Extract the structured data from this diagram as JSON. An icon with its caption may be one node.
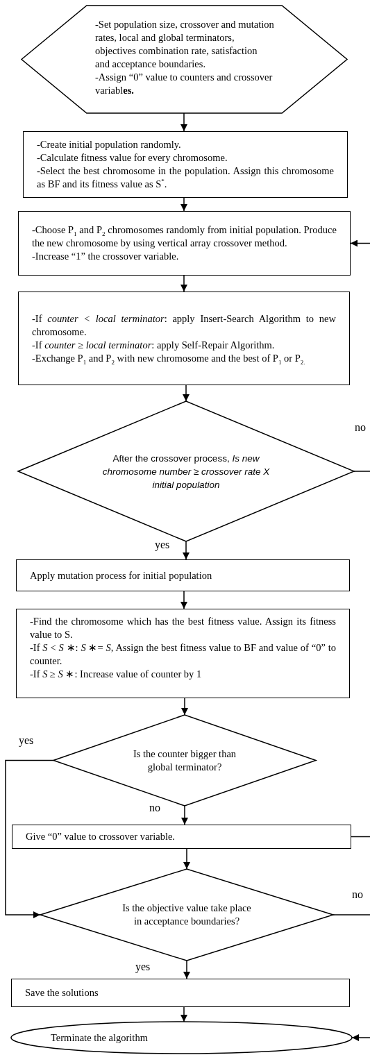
{
  "diagram": {
    "nodes": [
      {
        "text": [
          "-Set population size, crossover and mutation rates, local and global terminators, objectives combination rate, satisfaction and acceptance boundaries.",
          "-Assign “0” value to counters and crossover variabl**es.**"
        ]
      },
      {
        "text": [
          "-Create initial population randomly.",
          "-Calculate fitness value for every chromosome.",
          "-Select the best chromosome in the population. Assign this chromosome as BF and its fitness value as S$^{*}$."
        ]
      },
      {
        "text": [
          "-Choose P$_{1}$ and P$_{2}$ chromosomes randomly from initial population. Produce the new chromosome by using vertical array crossover method.",
          "-Increase “1” the crossover variable."
        ]
      },
      {
        "text": [
          "-If *counter < local terminator*: apply Insert-Search Algorithm to new chromosome.",
          "-If *counter ≥ local terminator*: apply Self-Repair Algorithm.",
          "-Exchange P$_{1}$ and P$_{2}$ with new chromosome and the best of P$_{1}$ or P$_{2.}$"
        ]
      },
      {
        "text": [
          "After the crossover process, *Is new chromosome number ≥ crossover rate X initial population*"
        ]
      },
      {
        "text": [
          "Apply mutation process for initial population"
        ]
      },
      {
        "text": [
          "-Find the chromosome which has the best fitness value. Assign its fitness value to S.",
          "-If *S* < *S* ∗: *S* ∗= *S*, Assign the best fitness value to BF and value of “0” to counter.",
          "-If *S* ≥ *S* ∗: Increase value of counter by 1"
        ]
      },
      {
        "text": [
          "Is the counter bigger than global terminator?"
        ]
      },
      {
        "text": [
          "Give “0” value to crossover variable."
        ]
      },
      {
        "text": [
          "Is the objective value take place in acceptance boundaries?"
        ]
      },
      {
        "text": [
          "Save the solutions"
        ]
      },
      {
        "text": [
          "Terminate the algorithm"
        ]
      }
    ],
    "edges": [
      {
        "from": 0,
        "to": 1,
        "arrow": "to"
      },
      {
        "from": 1,
        "to": 2,
        "arrow": "to"
      },
      {
        "from": 2,
        "to": 3,
        "arrow": "to"
      },
      {
        "from": 3,
        "to": 4,
        "arrow": "to"
      },
      {
        "from": 4,
        "to": 5,
        "arrow": "to",
        "label": "yes"
      },
      {
        "from": 5,
        "to": 6,
        "arrow": "to"
      },
      {
        "from": 6,
        "to": 7,
        "arrow": "to"
      },
      {
        "from": 7,
        "to": 8,
        "arrow": "to",
        "label": "no"
      },
      {
        "from": 8,
        "to": 9,
        "arrow": "to"
      },
      {
        "from": 7,
        "to": 9,
        "arrow": "to",
        "label": "yes"
      },
      {
        "from": 9,
        "to": 10,
        "arrow": "to",
        "label": "yes"
      },
      {
        "from": 10,
        "to": 11,
        "arrow": "to"
      },
      {
        "from": 4,
        "to": null,
        "arrow": "none",
        "label": "no"
      },
      {
        "from": null,
        "to": 2,
        "arrow": "to"
      },
      {
        "from": 8,
        "to": null,
        "arrow": "none"
      },
      {
        "from": 9,
        "to": null,
        "arrow": "none",
        "label": "no"
      },
      {
        "from": null,
        "to": 11,
        "arrow": "to"
      }
    ]
  }
}
